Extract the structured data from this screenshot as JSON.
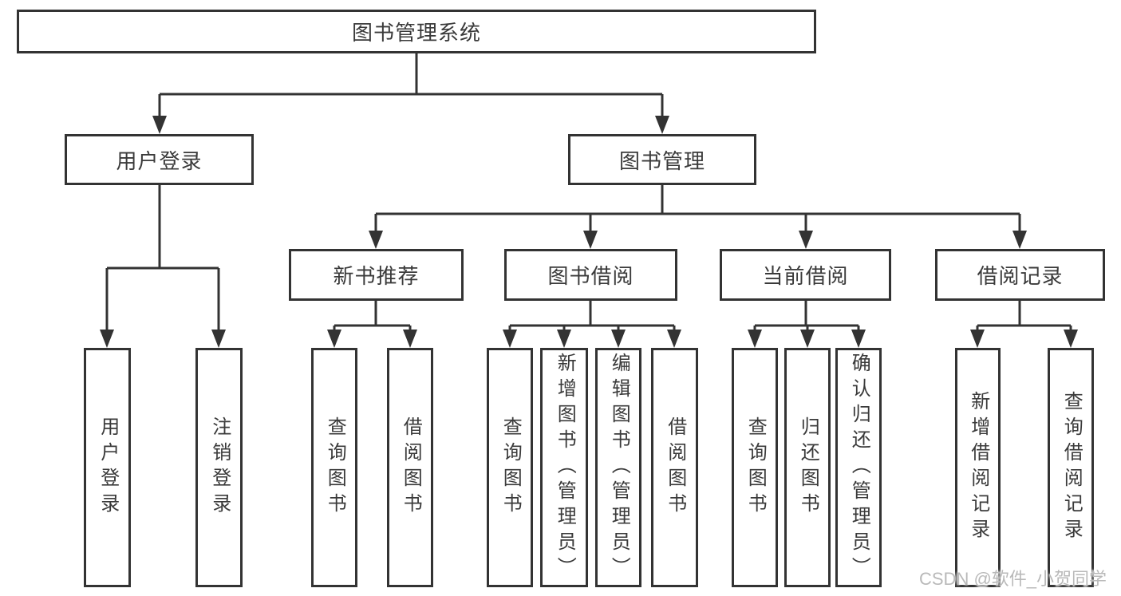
{
  "colors": {
    "line": "#333333",
    "border": "#333333",
    "text": "#3a3a3a",
    "background": "#ffffff",
    "watermark": "#b9b9b9"
  },
  "tree": {
    "root": "图书管理系统",
    "level2": [
      {
        "label": "用户登录",
        "children": [
          "用户登录",
          "注销登录"
        ]
      },
      {
        "label": "图书管理",
        "sections": [
          {
            "label": "新书推荐",
            "children": [
              "查询图书",
              "借阅图书"
            ]
          },
          {
            "label": "图书借阅",
            "children": [
              "查询图书",
              "新增图书（管理员）",
              "编辑图书（管理员）",
              "借阅图书"
            ]
          },
          {
            "label": "当前借阅",
            "children": [
              "查询图书",
              "归还图书",
              "确认归还（管理员）"
            ]
          },
          {
            "label": "借阅记录",
            "children": [
              "新增借阅记录",
              "查询借阅记录"
            ]
          }
        ]
      }
    ]
  },
  "watermark": "CSDN @软件_小贺同学"
}
